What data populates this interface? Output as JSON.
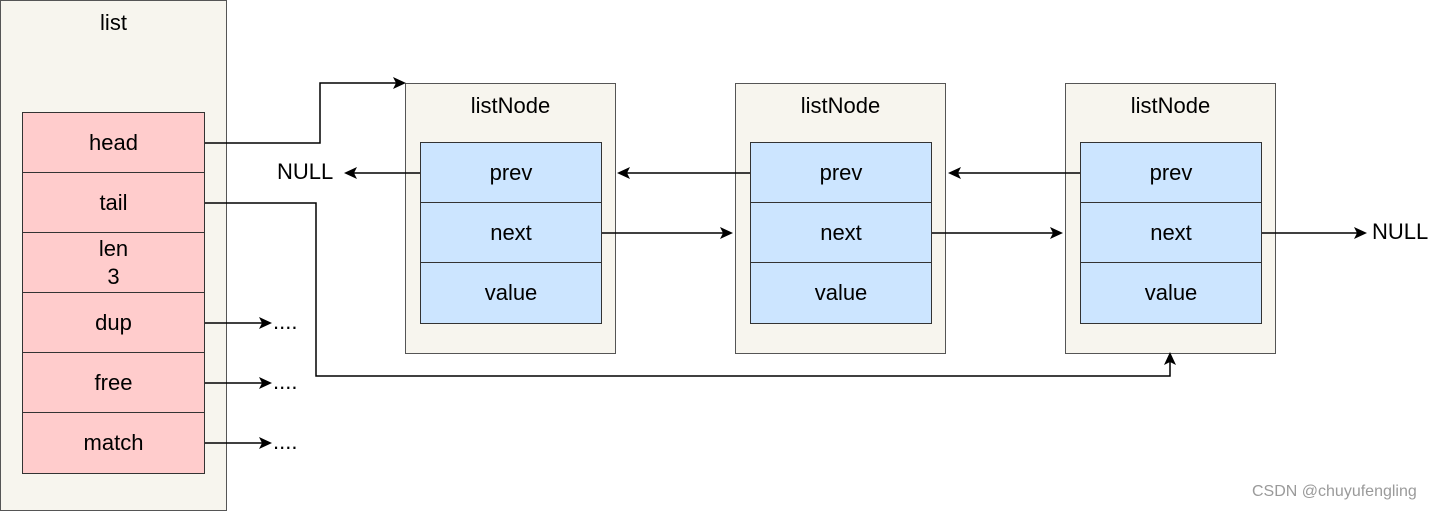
{
  "list": {
    "title": "list",
    "fields": {
      "head": "head",
      "tail": "tail",
      "len_label": "len",
      "len_value": "3",
      "dup": "dup",
      "free": "free",
      "match": "match"
    }
  },
  "nodes": [
    {
      "title": "listNode",
      "prev": "prev",
      "next": "next",
      "value": "value"
    },
    {
      "title": "listNode",
      "prev": "prev",
      "next": "next",
      "value": "value"
    },
    {
      "title": "listNode",
      "prev": "prev",
      "next": "next",
      "value": "value"
    }
  ],
  "null_labels": {
    "left": "NULL",
    "right": "NULL"
  },
  "ellipsis": {
    "dup": "....",
    "free": "....",
    "match": "...."
  },
  "watermark": "CSDN @chuyufengling",
  "colors": {
    "list_field_fill": "#ffcccc",
    "node_field_fill": "#cce5ff",
    "container_fill": "#f7f5ee",
    "line": "#000000"
  }
}
